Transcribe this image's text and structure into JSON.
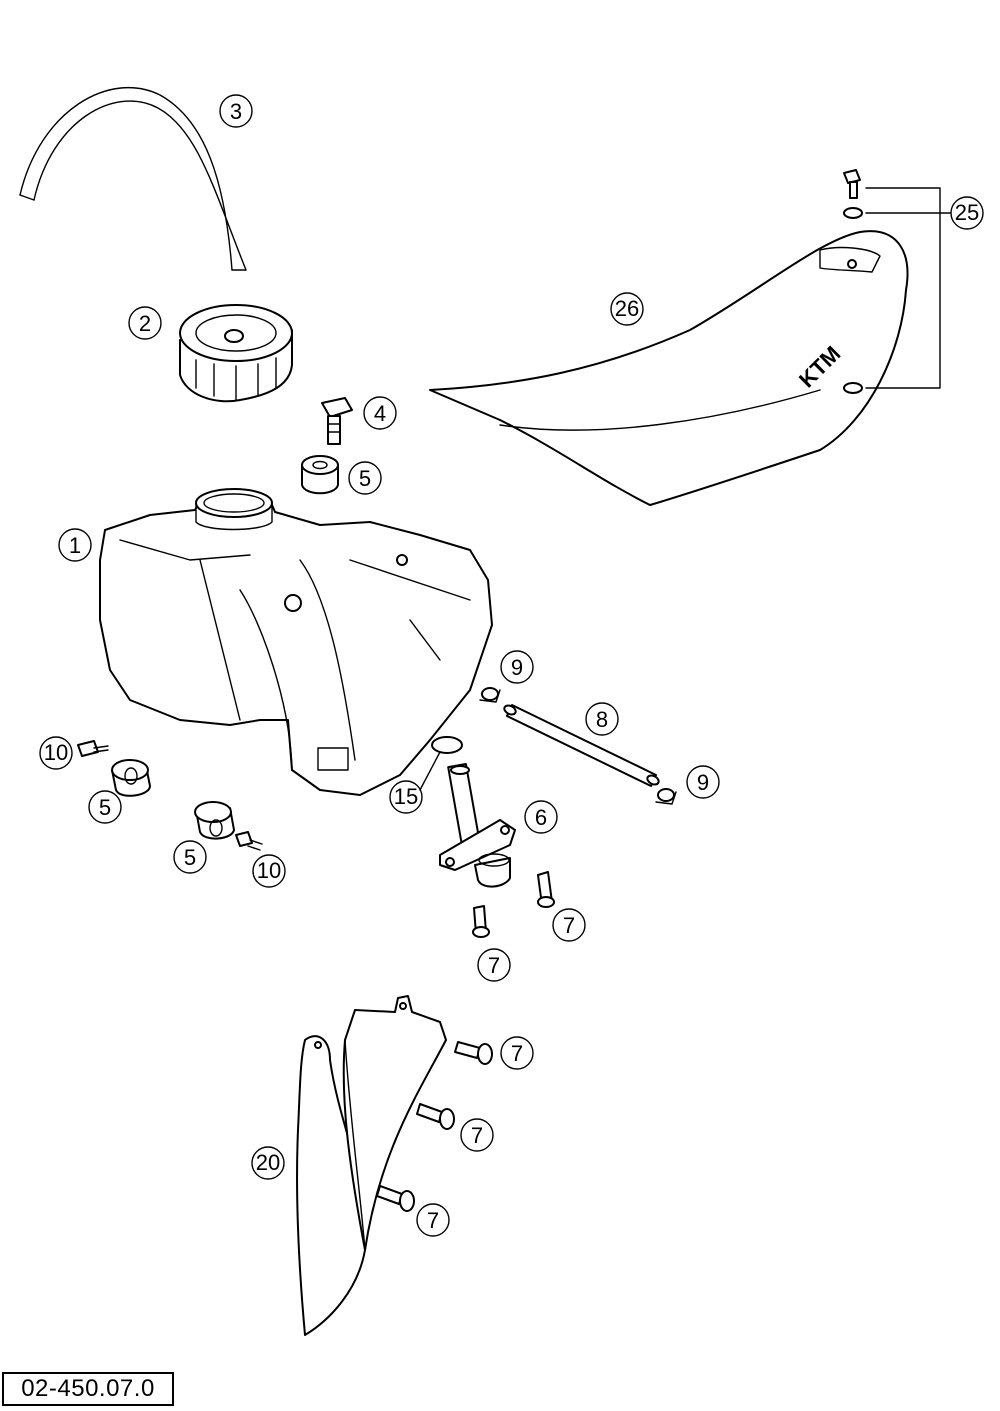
{
  "diagram": {
    "callouts": [
      {
        "id": "c1",
        "label": "1"
      },
      {
        "id": "c2",
        "label": "2"
      },
      {
        "id": "c3",
        "label": "3"
      },
      {
        "id": "c4",
        "label": "4"
      },
      {
        "id": "c5a",
        "label": "5"
      },
      {
        "id": "c5b",
        "label": "5"
      },
      {
        "id": "c5c",
        "label": "5"
      },
      {
        "id": "c6",
        "label": "6"
      },
      {
        "id": "c7a",
        "label": "7"
      },
      {
        "id": "c7b",
        "label": "7"
      },
      {
        "id": "c7c",
        "label": "7"
      },
      {
        "id": "c7d",
        "label": "7"
      },
      {
        "id": "c7e",
        "label": "7"
      },
      {
        "id": "c8",
        "label": "8"
      },
      {
        "id": "c9a",
        "label": "9"
      },
      {
        "id": "c9b",
        "label": "9"
      },
      {
        "id": "c10a",
        "label": "10"
      },
      {
        "id": "c10b",
        "label": "10"
      },
      {
        "id": "c15",
        "label": "15"
      },
      {
        "id": "c20",
        "label": "20"
      },
      {
        "id": "c25",
        "label": "25"
      },
      {
        "id": "c26",
        "label": "26"
      }
    ],
    "seat_brand_text": "KTM",
    "drawing_code": "02-450.07.0"
  }
}
